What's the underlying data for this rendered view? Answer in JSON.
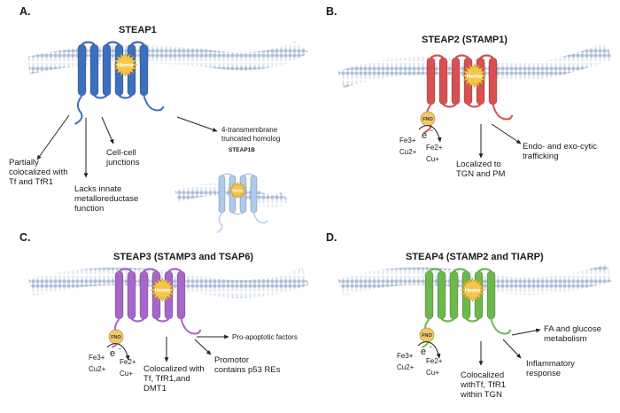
{
  "panels": {
    "a": {
      "letter": "A.",
      "title": "STEAP1",
      "heme": "Heme",
      "labels": {
        "partially": [
          "Partially",
          "colocalized with",
          "Tf and TfR1"
        ],
        "lacks": [
          "Lacks innate",
          "metalloreductase",
          "function"
        ],
        "junctions": [
          "Cell-cell",
          "junctions"
        ],
        "homolog": [
          "4-transmembrane",
          "truncated homolog"
        ]
      },
      "homolog_title": "STEAP1B",
      "homolog_heme": "Heme"
    },
    "b": {
      "letter": "B.",
      "title": "STEAP2 (STAMP1)",
      "heme": "Heme",
      "fno": "FNO",
      "electron": "e",
      "ions_left": [
        "Fe3+",
        "Cu2+"
      ],
      "ions_right": [
        "Fe2+",
        "Cu+"
      ],
      "labels": {
        "localized": [
          "Localized to",
          "TGN and PM"
        ],
        "endo": [
          "Endo- and exo-cytic",
          "trafficking"
        ]
      }
    },
    "c": {
      "letter": "C.",
      "title": "STEAP3 (STAMP3 and TSAP6)",
      "heme": "Heme",
      "fno": "FNO",
      "electron": "e",
      "ions_left": [
        "Fe3+",
        "Cu2+"
      ],
      "ions_right": [
        "Fe2+",
        "Cu+"
      ],
      "labels": {
        "proapoptotic": "Pro-apoptotic factors",
        "promotor": [
          "Promotor",
          "contains p53 REs"
        ],
        "colocalized": [
          "Colocalized with",
          "Tf, TfR1,and",
          "DMT1"
        ]
      }
    },
    "d": {
      "letter": "D.",
      "title": "STEAP4 (STAMP2 and TIARP)",
      "heme": "Heme",
      "fno": "FNO",
      "electron": "e",
      "ions_left": [
        "Fe3+",
        "Cu2+"
      ],
      "ions_right": [
        "Fe2+",
        "Cu+"
      ],
      "labels": {
        "fa": [
          "FA and glucose",
          "metabolism"
        ],
        "inflammatory": [
          "Inflammatory",
          "response"
        ],
        "colocalized": [
          "Colocalized",
          "withTf, TfR1",
          "within TGN"
        ]
      }
    }
  },
  "colors": {
    "steap1": "#3d6fbf",
    "steap1b": "#aecbee",
    "steap2": "#d95050",
    "steap3": "#a766c9",
    "steap4": "#6db84c",
    "heme": "#f4c74a",
    "fno": "#f1c86a",
    "membrane": "#c8d7ea"
  }
}
